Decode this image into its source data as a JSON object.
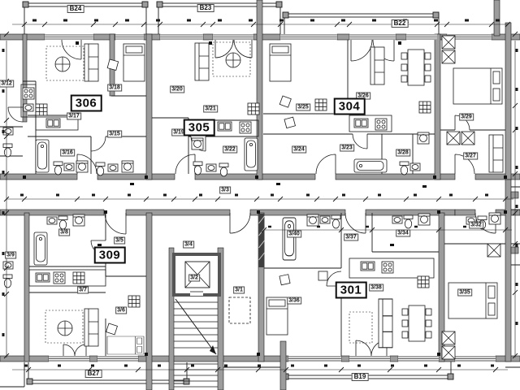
{
  "colors": {
    "background": "#ffffff",
    "wall_fill": "#9c9c9c",
    "line": "#1a1a1a"
  },
  "apartments": [
    {
      "number": "306"
    },
    {
      "number": "305"
    },
    {
      "number": "304"
    },
    {
      "number": "309"
    },
    {
      "number": "301"
    }
  ],
  "balconies": [
    {
      "label": "B24"
    },
    {
      "label": "B23"
    },
    {
      "label": "B22"
    },
    {
      "label": "B27"
    },
    {
      "label": "B19"
    }
  ],
  "rooms": [
    {
      "label": "3/12"
    },
    {
      "label": "3/18"
    },
    {
      "label": "3/17"
    },
    {
      "label": "3/16"
    },
    {
      "label": "3/15"
    },
    {
      "label": "3/20"
    },
    {
      "label": "3/21"
    },
    {
      "label": "3/19"
    },
    {
      "label": "3/22"
    },
    {
      "label": "3/25"
    },
    {
      "label": "3/24"
    },
    {
      "label": "3/23"
    },
    {
      "label": "3/26"
    },
    {
      "label": "3/29"
    },
    {
      "label": "3/28"
    },
    {
      "label": "3/27"
    },
    {
      "label": "3/3"
    },
    {
      "label": "3/32"
    },
    {
      "label": "3/9"
    },
    {
      "label": "3/8"
    },
    {
      "label": "3/5"
    },
    {
      "label": "3/7"
    },
    {
      "label": "3/6"
    },
    {
      "label": "3/4"
    },
    {
      "label": "3/2"
    },
    {
      "label": "3/1"
    },
    {
      "label": "3/40"
    },
    {
      "label": "3/37"
    },
    {
      "label": "3/34"
    },
    {
      "label": "3/36"
    },
    {
      "label": "3/38"
    },
    {
      "label": "3/35"
    }
  ]
}
